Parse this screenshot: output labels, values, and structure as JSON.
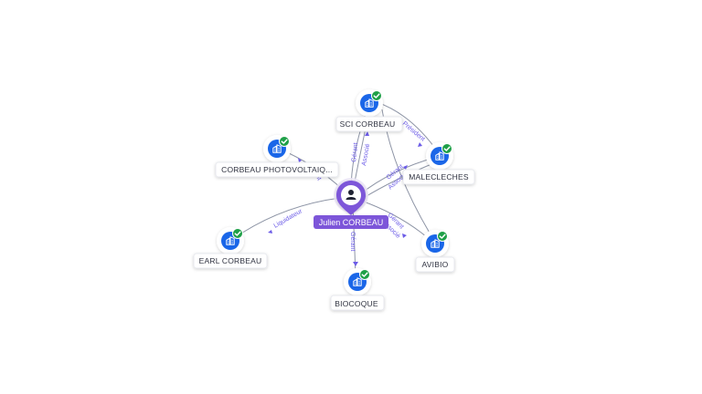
{
  "person": {
    "name": "Julien CORBEAU",
    "icon": "person-icon",
    "color": "#7d56d9"
  },
  "companies": [
    {
      "id": "sci",
      "name": "SCI CORBEAU",
      "icon": "building-icon",
      "status": "check-badge-icon"
    },
    {
      "id": "male",
      "name": "MALECLECHES",
      "icon": "building-icon",
      "status": "check-badge-icon"
    },
    {
      "id": "avibio",
      "name": "AVIBIO",
      "icon": "building-icon",
      "status": "check-badge-icon"
    },
    {
      "id": "bio",
      "name": "BIOCOQUE",
      "icon": "building-icon",
      "status": "check-badge-icon"
    },
    {
      "id": "earl",
      "name": "EARL CORBEAU",
      "icon": "building-icon",
      "status": "check-badge-icon"
    },
    {
      "id": "photo",
      "name": "CORBEAU PHOTOVOLTAIQ...",
      "icon": "building-icon",
      "status": "check-badge-icon"
    }
  ],
  "relations": [
    {
      "to": "sci",
      "labels": [
        "Gérant",
        "Associé"
      ]
    },
    {
      "to": "male",
      "labels": [
        "Gérant",
        "Associé"
      ]
    },
    {
      "to": "avibio",
      "labels": [
        "Gérant",
        "Associé"
      ]
    },
    {
      "to": "bio",
      "labels": [
        "Gérant"
      ]
    },
    {
      "to": "earl",
      "labels": [
        "Liquidateur"
      ]
    },
    {
      "to": "photo",
      "labels": [
        "ant"
      ]
    },
    {
      "from": "sci",
      "to": "male",
      "labels": [
        "Président"
      ]
    }
  ],
  "colors": {
    "node_fill": "#1a66e8",
    "badge": "#1fa048",
    "edge": "#8e95a6",
    "edge_label": "#6c5ce7"
  }
}
